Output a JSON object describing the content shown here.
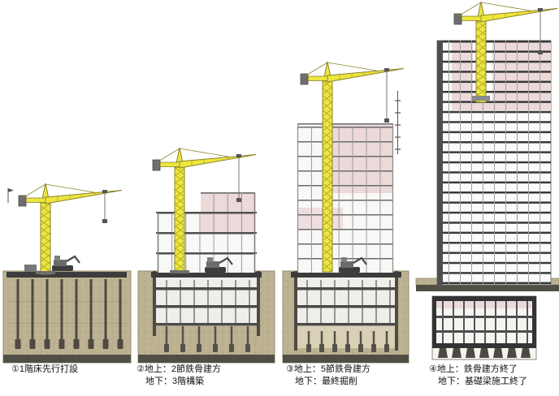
{
  "figure": {
    "stages": [
      {
        "caption_lines": [
          "①1階床先行打設"
        ]
      },
      {
        "caption_lines": [
          "②地上：2節鉄骨建方",
          "地下：3階構築"
        ]
      },
      {
        "caption_lines": [
          "③地上：5節鉄骨建方",
          "地下：最終掘削"
        ]
      },
      {
        "caption_lines": [
          "④地上：鉄骨建方終了",
          "地下：基礎梁施工終了"
        ]
      }
    ],
    "colors": {
      "crane_yellow": "#ece63e",
      "crane_outline": "#8d852b",
      "soil_tan": "#bcb291",
      "soil_dark_base": "#514e46",
      "wall_pink": "#ecd9d9",
      "slab_dark": "#3c3c3c",
      "steel_gray": "#6a6a6a"
    }
  }
}
